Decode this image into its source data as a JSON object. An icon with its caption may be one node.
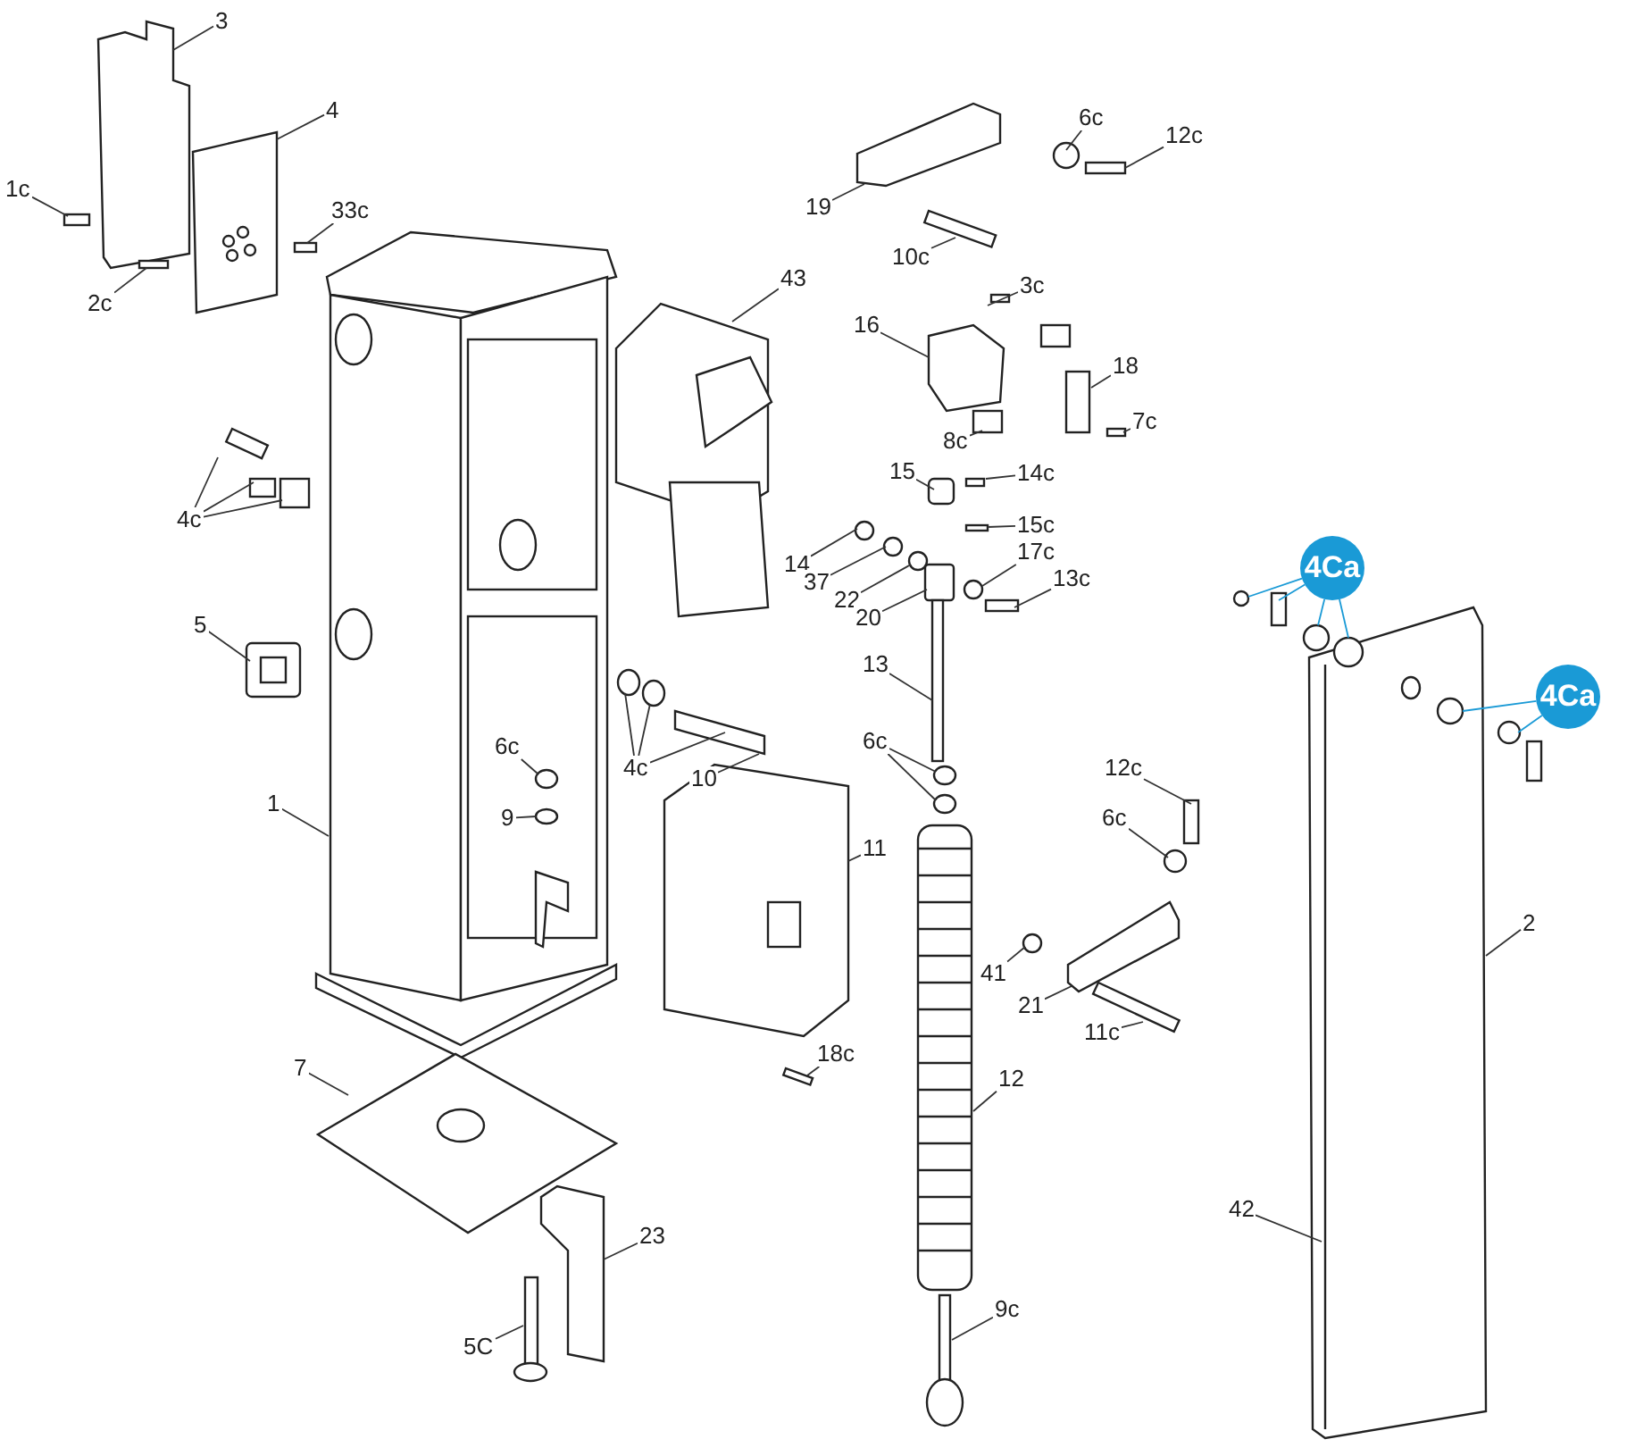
{
  "diagram": {
    "nodes": [
      {
        "text": [
          "3"
        ]
      },
      {
        "text": [
          "4"
        ]
      },
      {
        "text": [
          "1c"
        ]
      },
      {
        "text": [
          "33c"
        ]
      },
      {
        "text": [
          "2c"
        ]
      },
      {
        "text": [
          "43"
        ]
      },
      {
        "text": [
          "4c"
        ]
      },
      {
        "text": [
          "5"
        ]
      },
      {
        "text": [
          "1"
        ]
      },
      {
        "text": [
          "6c"
        ]
      },
      {
        "text": [
          "9"
        ]
      },
      {
        "text": [
          "4c"
        ]
      },
      {
        "text": [
          "10"
        ]
      },
      {
        "text": [
          "7"
        ]
      },
      {
        "text": [
          "23"
        ]
      },
      {
        "text": [
          "5C"
        ]
      },
      {
        "text": [
          "11"
        ]
      },
      {
        "text": [
          "18c"
        ]
      },
      {
        "text": [
          "19"
        ]
      },
      {
        "text": [
          "6c"
        ]
      },
      {
        "text": [
          "12c"
        ]
      },
      {
        "text": [
          "10c"
        ]
      },
      {
        "text": [
          "3c"
        ]
      },
      {
        "text": [
          "16"
        ]
      },
      {
        "text": [
          "18"
        ]
      },
      {
        "text": [
          "7c"
        ]
      },
      {
        "text": [
          "8c"
        ]
      },
      {
        "text": [
          "15"
        ]
      },
      {
        "text": [
          "14c"
        ]
      },
      {
        "text": [
          "15c"
        ]
      },
      {
        "text": [
          "14"
        ]
      },
      {
        "text": [
          "37"
        ]
      },
      {
        "text": [
          "22"
        ]
      },
      {
        "text": [
          "20"
        ]
      },
      {
        "text": [
          "17c"
        ]
      },
      {
        "text": [
          "13c"
        ]
      },
      {
        "text": [
          "13"
        ]
      },
      {
        "text": [
          "6c"
        ]
      },
      {
        "text": [
          "12c"
        ]
      },
      {
        "text": [
          "6c"
        ]
      },
      {
        "text": [
          "41"
        ]
      },
      {
        "text": [
          "21"
        ]
      },
      {
        "text": [
          "11c"
        ]
      },
      {
        "text": [
          "12"
        ]
      },
      {
        "text": [
          "9c"
        ]
      },
      {
        "text": [
          "2"
        ]
      },
      {
        "text": [
          "42"
        ]
      },
      {
        "text": [
          "4Ca"
        ]
      },
      {
        "text": [
          "4Ca"
        ]
      }
    ],
    "edges": [
      {
        "from": 0,
        "to": null,
        "arrow": "none"
      },
      {
        "from": 1,
        "to": null,
        "arrow": "none"
      },
      {
        "from": 2,
        "to": null,
        "arrow": "none"
      },
      {
        "from": 3,
        "to": null,
        "arrow": "none"
      },
      {
        "from": 4,
        "to": null,
        "arrow": "none"
      },
      {
        "from": 5,
        "to": null,
        "arrow": "none"
      },
      {
        "from": 6,
        "to": null,
        "arrow": "none"
      },
      {
        "from": 6,
        "to": null,
        "arrow": "none"
      },
      {
        "from": 6,
        "to": null,
        "arrow": "none"
      },
      {
        "from": 7,
        "to": null,
        "arrow": "none"
      },
      {
        "from": 8,
        "to": null,
        "arrow": "none"
      },
      {
        "from": 9,
        "to": null,
        "arrow": "none"
      },
      {
        "from": 10,
        "to": null,
        "arrow": "none"
      },
      {
        "from": 11,
        "to": null,
        "arrow": "none"
      },
      {
        "from": 11,
        "to": null,
        "arrow": "none"
      },
      {
        "from": 11,
        "to": null,
        "arrow": "none"
      },
      {
        "from": 12,
        "to": null,
        "arrow": "none"
      },
      {
        "from": 13,
        "to": null,
        "arrow": "none"
      },
      {
        "from": 14,
        "to": null,
        "arrow": "none"
      },
      {
        "from": 15,
        "to": null,
        "arrow": "none"
      },
      {
        "from": 16,
        "to": null,
        "arrow": "none"
      },
      {
        "from": 17,
        "to": null,
        "arrow": "none"
      },
      {
        "from": 18,
        "to": null,
        "arrow": "none"
      },
      {
        "from": 19,
        "to": null,
        "arrow": "none"
      },
      {
        "from": 20,
        "to": null,
        "arrow": "none"
      },
      {
        "from": 21,
        "to": null,
        "arrow": "none"
      },
      {
        "from": 22,
        "to": null,
        "arrow": "none"
      },
      {
        "from": 23,
        "to": null,
        "arrow": "none"
      },
      {
        "from": 24,
        "to": null,
        "arrow": "none"
      },
      {
        "from": 25,
        "to": null,
        "arrow": "none"
      },
      {
        "from": 26,
        "to": null,
        "arrow": "none"
      },
      {
        "from": 27,
        "to": null,
        "arrow": "none"
      },
      {
        "from": 28,
        "to": null,
        "arrow": "none"
      },
      {
        "from": 29,
        "to": null,
        "arrow": "none"
      },
      {
        "from": 30,
        "to": null,
        "arrow": "none"
      },
      {
        "from": 31,
        "to": null,
        "arrow": "none"
      },
      {
        "from": 32,
        "to": null,
        "arrow": "none"
      },
      {
        "from": 33,
        "to": null,
        "arrow": "none"
      },
      {
        "from": 34,
        "to": null,
        "arrow": "none"
      },
      {
        "from": 35,
        "to": null,
        "arrow": "none"
      },
      {
        "from": 36,
        "to": null,
        "arrow": "none"
      },
      {
        "from": 37,
        "to": null,
        "arrow": "none"
      },
      {
        "from": 37,
        "to": null,
        "arrow": "none"
      },
      {
        "from": 38,
        "to": null,
        "arrow": "none"
      },
      {
        "from": 39,
        "to": null,
        "arrow": "none"
      },
      {
        "from": 40,
        "to": null,
        "arrow": "none"
      },
      {
        "from": 41,
        "to": null,
        "arrow": "none"
      },
      {
        "from": 42,
        "to": null,
        "arrow": "none"
      },
      {
        "from": 43,
        "to": null,
        "arrow": "none"
      },
      {
        "from": 44,
        "to": null,
        "arrow": "none"
      },
      {
        "from": 45,
        "to": null,
        "arrow": "none"
      },
      {
        "from": 46,
        "to": null,
        "arrow": "none"
      },
      {
        "from": 47,
        "to": null,
        "arrow": "none",
        "color": "#1a9ad6"
      },
      {
        "from": 47,
        "to": null,
        "arrow": "none",
        "color": "#1a9ad6"
      },
      {
        "from": 47,
        "to": null,
        "arrow": "none",
        "color": "#1a9ad6"
      },
      {
        "from": 47,
        "to": null,
        "arrow": "none",
        "color": "#1a9ad6"
      },
      {
        "from": 48,
        "to": null,
        "arrow": "none",
        "color": "#1a9ad6"
      },
      {
        "from": 48,
        "to": null,
        "arrow": "none",
        "color": "#1a9ad6"
      }
    ]
  }
}
